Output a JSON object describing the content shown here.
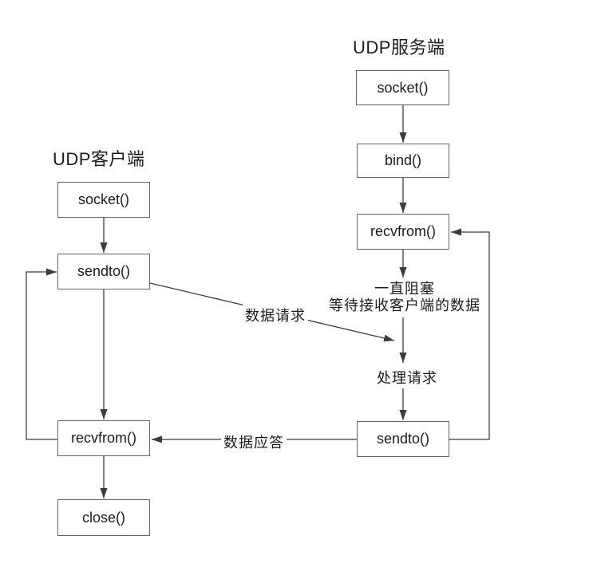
{
  "diagram": {
    "client": {
      "title": "UDP客户端",
      "nodes": {
        "socket": "socket()",
        "sendto": "sendto()",
        "recvfrom": "recvfrom()",
        "close": "close()"
      }
    },
    "server": {
      "title": "UDP服务端",
      "nodes": {
        "socket": "socket()",
        "bind": "bind()",
        "recvfrom": "recvfrom()",
        "sendto": "sendto()"
      },
      "annotations": {
        "blocking_line1": "一直阻塞",
        "blocking_line2": "等待接收客户端的数据",
        "process_request": "处理请求"
      }
    },
    "edges": {
      "request_label": "数据请求",
      "response_label": "数据应答"
    },
    "colors": {
      "background": "#ffffff",
      "line": "#3c3c3c",
      "box_border": "#646464",
      "text": "#1c1c1c"
    }
  }
}
